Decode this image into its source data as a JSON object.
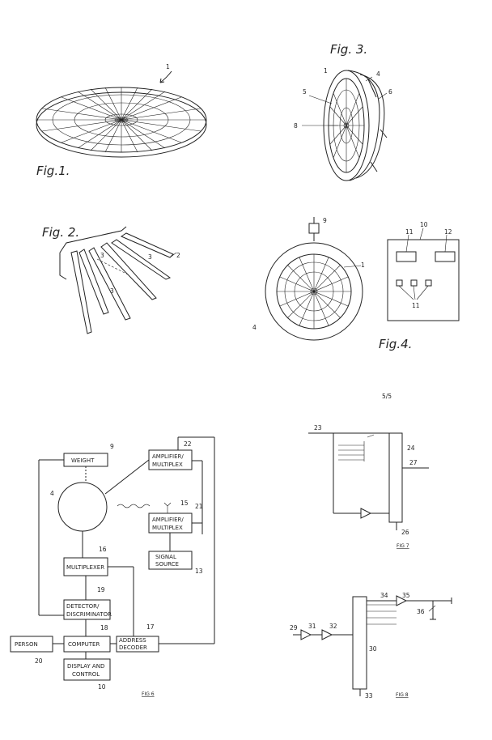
{
  "figures": {
    "fig1": {
      "caption": "Fig.1.",
      "refs": [
        "1"
      ]
    },
    "fig2": {
      "caption": "Fig. 2.",
      "refs": [
        "2",
        "3",
        "3",
        "3"
      ]
    },
    "fig3": {
      "caption": "Fig. 3.",
      "refs": [
        "1",
        "4",
        "5",
        "6",
        "8"
      ]
    },
    "fig4": {
      "caption": "Fig.4.",
      "refs": [
        "9",
        "1",
        "4",
        "10",
        "11",
        "12",
        "11"
      ]
    },
    "fig6": {
      "caption": "FIG 6",
      "blocks": {
        "weight": "WEIGHT",
        "amp1_l1": "AMPLIFIER/",
        "amp1_l2": "MULTIPLEX",
        "amp2_l1": "AMPLIFIER/",
        "amp2_l2": "MULTIPLEX",
        "sig_l1": "SIGNAL",
        "sig_l2": "SOURCE",
        "multiplexer": "MULTIPLEXER",
        "det_l1": "DETECTOR/",
        "det_l2": "DISCRIMINATOR",
        "computer": "COMPUTER",
        "addr_l1": "ADDRESS",
        "addr_l2": "DECODER",
        "person": "PERSON",
        "disp_l1": "DISPLAY AND",
        "disp_l2": "CONTROL"
      },
      "refs": {
        "r9": "9",
        "r22": "22",
        "r4": "4",
        "r15": "15",
        "r21": "21",
        "r13": "13",
        "r16": "16",
        "r19": "19",
        "r18": "18",
        "r17": "17",
        "r20": "20",
        "r10": "10"
      }
    },
    "fig7": {
      "caption": "FIG 7",
      "refs": {
        "r23": "23",
        "r24": "24",
        "r27": "27",
        "r26": "26"
      }
    },
    "fig8": {
      "caption": "FIG 8",
      "refs": {
        "r29": "29",
        "r31": "31",
        "r32": "32",
        "r30": "30",
        "r34": "34",
        "r35": "35",
        "r36": "36",
        "r33": "33"
      }
    }
  },
  "sheet_number": "5/5"
}
